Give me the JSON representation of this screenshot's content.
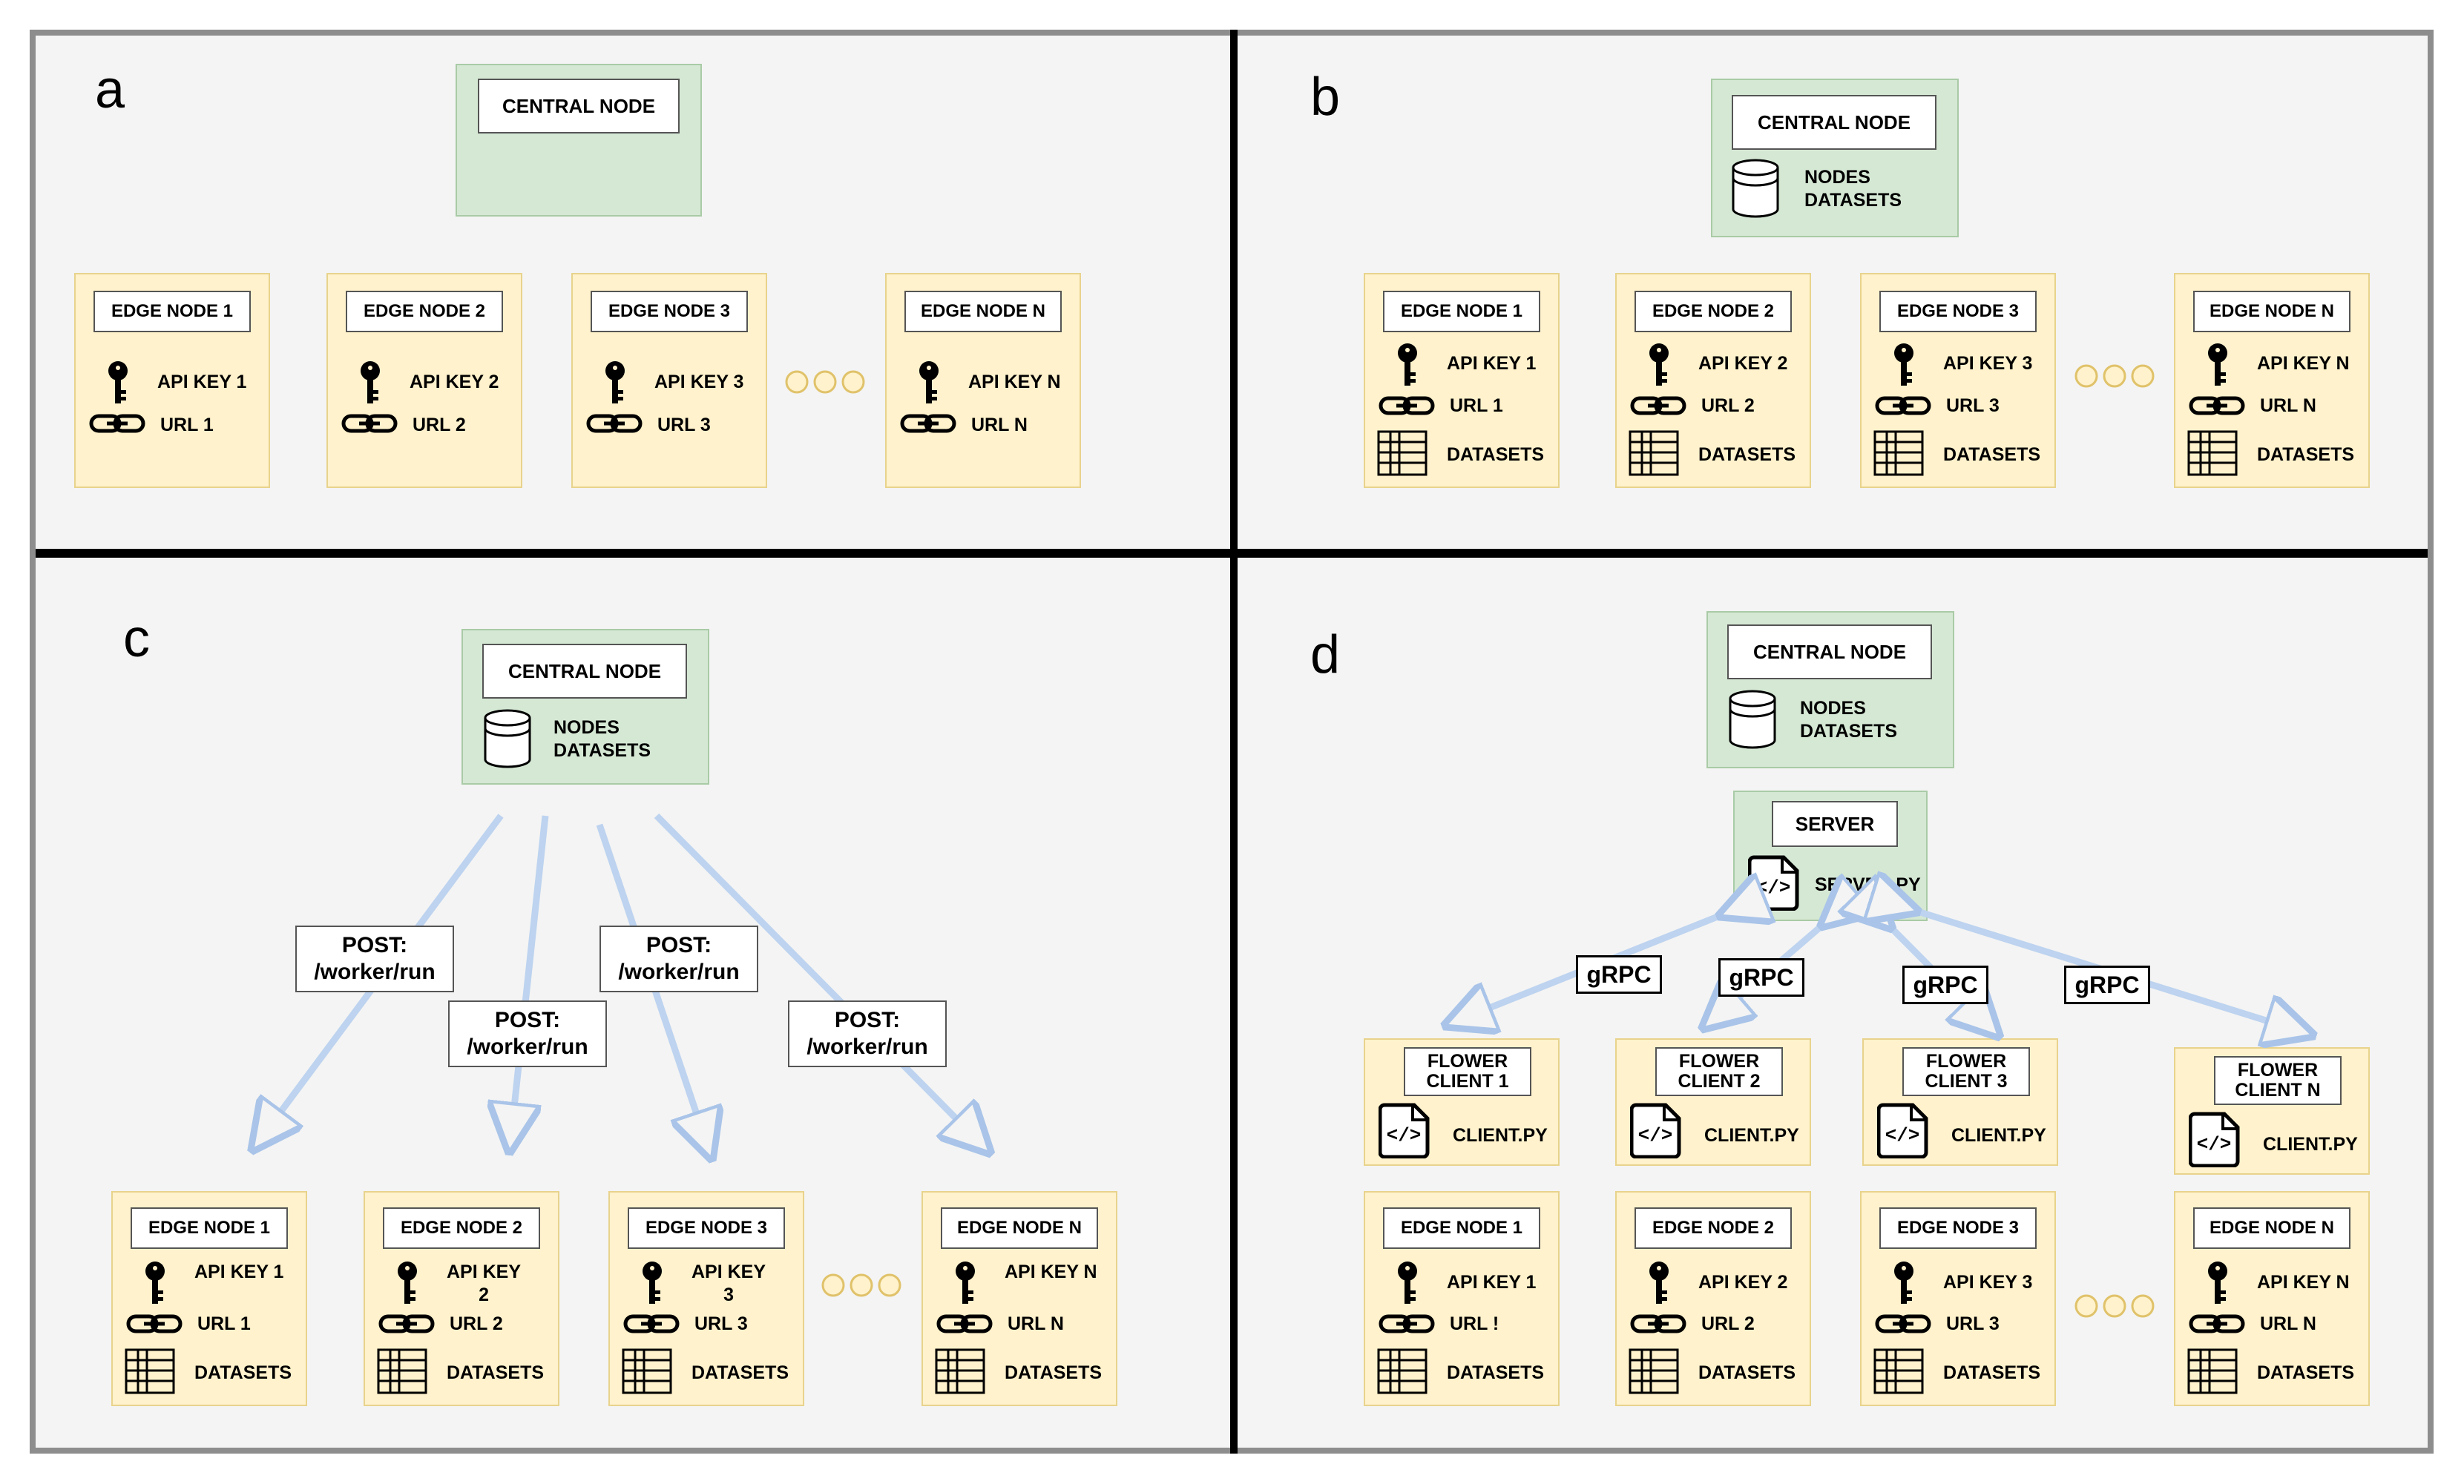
{
  "panels": {
    "a": {
      "letter": "a",
      "central": "CENTRAL NODE",
      "edges": [
        {
          "title": "EDGE NODE 1",
          "key": "API KEY 1",
          "url": "URL 1"
        },
        {
          "title": "EDGE NODE 2",
          "key": "API KEY 2",
          "url": "URL 2"
        },
        {
          "title": "EDGE NODE 3",
          "key": "API KEY 3",
          "url": "URL 3"
        },
        {
          "title": "EDGE NODE N",
          "key": "API KEY N",
          "url": "URL N"
        }
      ]
    },
    "b": {
      "letter": "b",
      "central": "CENTRAL NODE",
      "db": "NODES\nDATASETS",
      "edges": [
        {
          "title": "EDGE NODE 1",
          "key": "API KEY 1",
          "url": "URL 1",
          "ds": "DATASETS"
        },
        {
          "title": "EDGE NODE 2",
          "key": "API KEY 2",
          "url": "URL 2",
          "ds": "DATASETS"
        },
        {
          "title": "EDGE NODE 3",
          "key": "API KEY 3",
          "url": "URL 3",
          "ds": "DATASETS"
        },
        {
          "title": "EDGE NODE N",
          "key": "API KEY N",
          "url": "URL N",
          "ds": "DATASETS"
        }
      ]
    },
    "c": {
      "letter": "c",
      "central": "CENTRAL NODE",
      "db": "NODES\nDATASETS",
      "posts": [
        "POST:\n/worker/run",
        "POST:\n/worker/run",
        "POST:\n/worker/run",
        "POST:\n/worker/run"
      ],
      "edges": [
        {
          "title": "EDGE NODE 1",
          "key": "API KEY 1",
          "url": "URL 1",
          "ds": "DATASETS"
        },
        {
          "title": "EDGE NODE 2",
          "key": "API KEY\n2",
          "url": "URL 2",
          "ds": "DATASETS"
        },
        {
          "title": "EDGE NODE 3",
          "key": "API KEY\n3",
          "url": "URL 3",
          "ds": "DATASETS"
        },
        {
          "title": "EDGE NODE N",
          "key": "API KEY N",
          "url": "URL N",
          "ds": "DATASETS"
        }
      ]
    },
    "d": {
      "letter": "d",
      "central": "CENTRAL NODE",
      "db": "NODES\nDATASETS",
      "server": "SERVER",
      "server_file": "SERVER.PY",
      "grpc": [
        "gRPC",
        "gRPC",
        "gRPC",
        "gRPC"
      ],
      "clients": [
        {
          "title": "FLOWER\nCLIENT 1",
          "file": "CLIENT.PY"
        },
        {
          "title": "FLOWER\nCLIENT 2",
          "file": "CLIENT.PY"
        },
        {
          "title": "FLOWER\nCLIENT 3",
          "file": "CLIENT.PY"
        },
        {
          "title": "FLOWER\nCLIENT N",
          "file": "CLIENT.PY"
        }
      ],
      "edges": [
        {
          "title": "EDGE NODE 1",
          "key": "API KEY 1",
          "url": "URL !",
          "ds": "DATASETS"
        },
        {
          "title": "EDGE NODE 2",
          "key": "API KEY 2",
          "url": "URL 2",
          "ds": "DATASETS"
        },
        {
          "title": "EDGE NODE 3",
          "key": "API KEY 3",
          "url": "URL 3",
          "ds": "DATASETS"
        },
        {
          "title": "EDGE NODE N",
          "key": "API KEY N",
          "url": "URL N",
          "ds": "DATASETS"
        }
      ]
    }
  },
  "colors": {
    "central_fill": "#d5e8d4",
    "edge_fill": "#fff2cc",
    "arrow": "#a9c4e8"
  },
  "icons": [
    "key-icon",
    "link-icon",
    "table-icon",
    "database-icon",
    "code-file-icon",
    "ellipsis-dots"
  ]
}
